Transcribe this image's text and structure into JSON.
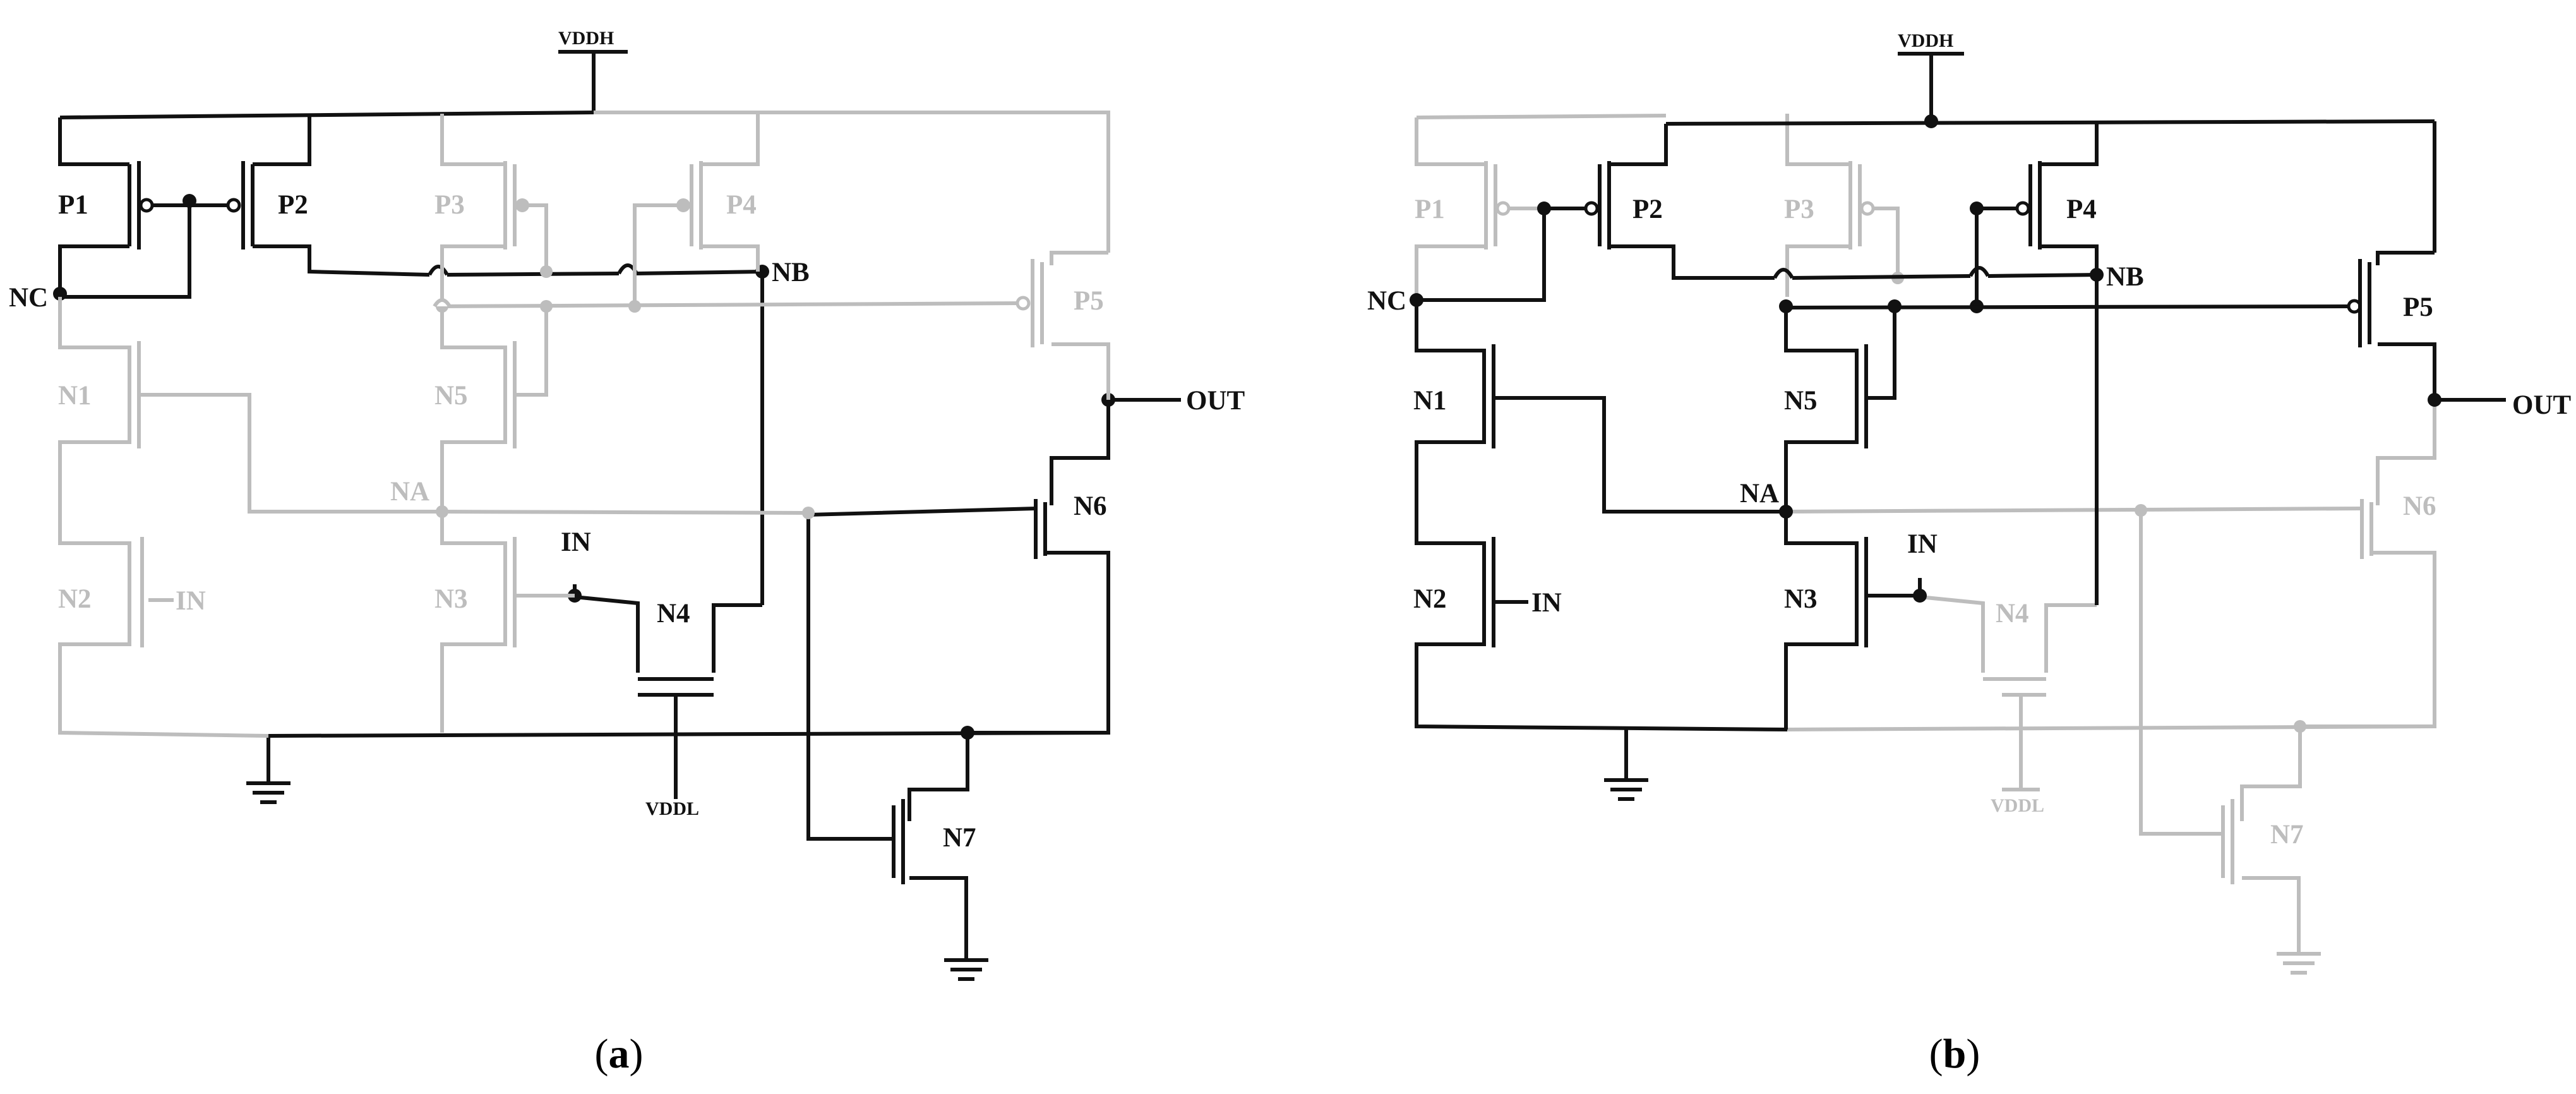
{
  "colors": {
    "active": "#111111",
    "inactive": "#bdbdbd",
    "background": "#ffffff"
  },
  "panels": [
    {
      "caption": {
        "open": "(",
        "letter": "a",
        "close": ")"
      },
      "labels": {
        "vddh": "VDDH",
        "vddl": "VDDL",
        "p1": "P1",
        "p2": "P2",
        "p3": "P3",
        "p4": "P4",
        "p5": "P5",
        "n1": "N1",
        "n2": "N2",
        "n3": "N3",
        "n4": "N4",
        "n5": "N5",
        "n6": "N6",
        "n7": "N7",
        "nc": "NC",
        "nb": "NB",
        "na": "NA",
        "out": "OUT",
        "in_n2": "IN",
        "in_n3": "IN"
      }
    },
    {
      "caption": {
        "open": "(",
        "letter": "b",
        "close": ")"
      },
      "labels": {
        "vddh": "VDDH",
        "vddl": "VDDL",
        "p1": "P1",
        "p2": "P2",
        "p3": "P3",
        "p4": "P4",
        "p5": "P5",
        "n1": "N1",
        "n2": "N2",
        "n3": "N3",
        "n4": "N4",
        "n5": "N5",
        "n6": "N6",
        "n7": "N7",
        "nc": "NC",
        "nb": "NB",
        "na": "NA",
        "out": "OUT",
        "in_n2": "IN",
        "in_n3": "IN"
      }
    }
  ]
}
